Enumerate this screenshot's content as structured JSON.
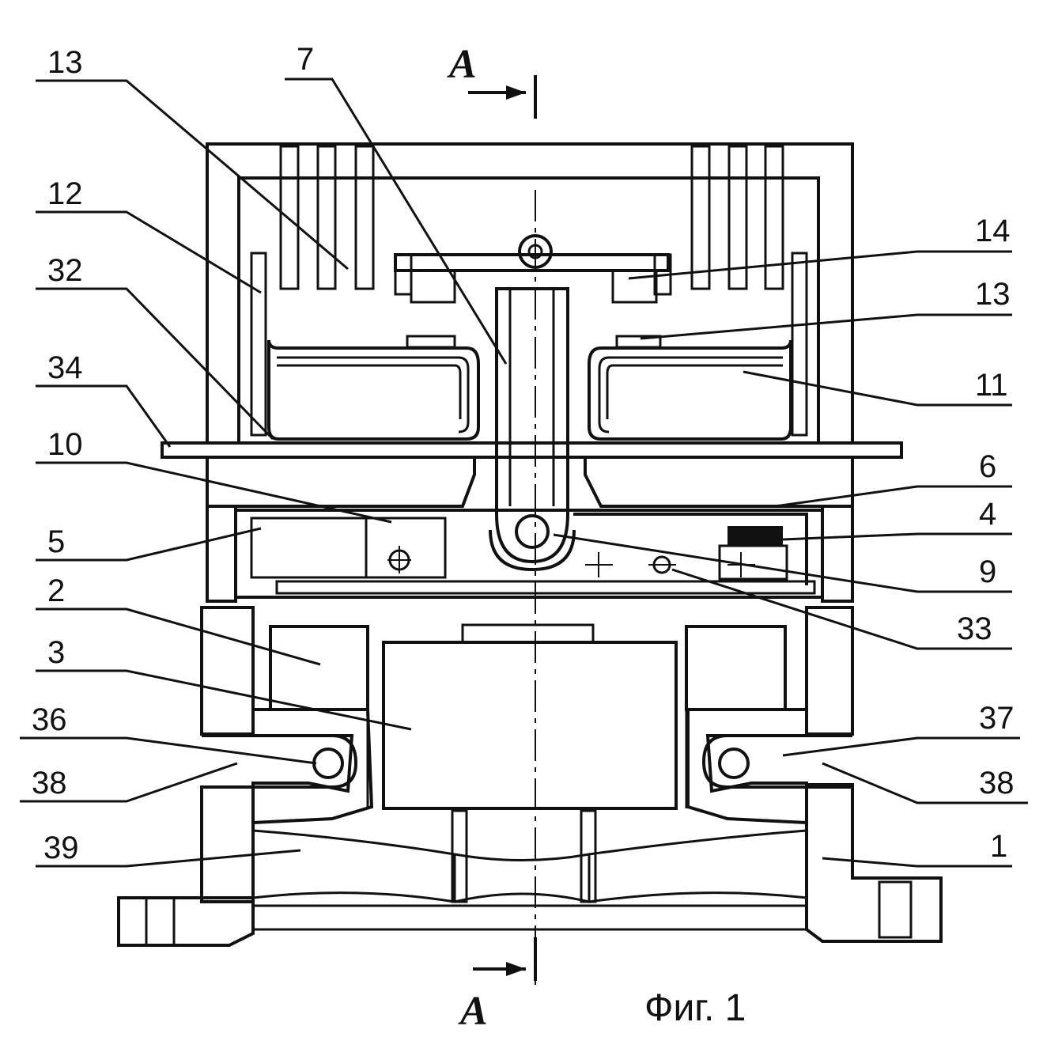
{
  "figure": {
    "caption": "Фиг. 1",
    "section_marks": {
      "top": "A",
      "bottom": "A"
    }
  },
  "labels": {
    "l13a": "13",
    "l7": "7",
    "l12": "12",
    "l32": "32",
    "l34": "34",
    "l10": "10",
    "l5": "5",
    "l2": "2",
    "l3": "3",
    "l36": "36",
    "l38a": "38",
    "l39": "39",
    "l14": "14",
    "l13b": "13",
    "l11": "11",
    "l6": "6",
    "l4": "4",
    "l9": "9",
    "l33": "33",
    "l37": "37",
    "l38b": "38",
    "l1": "1"
  }
}
